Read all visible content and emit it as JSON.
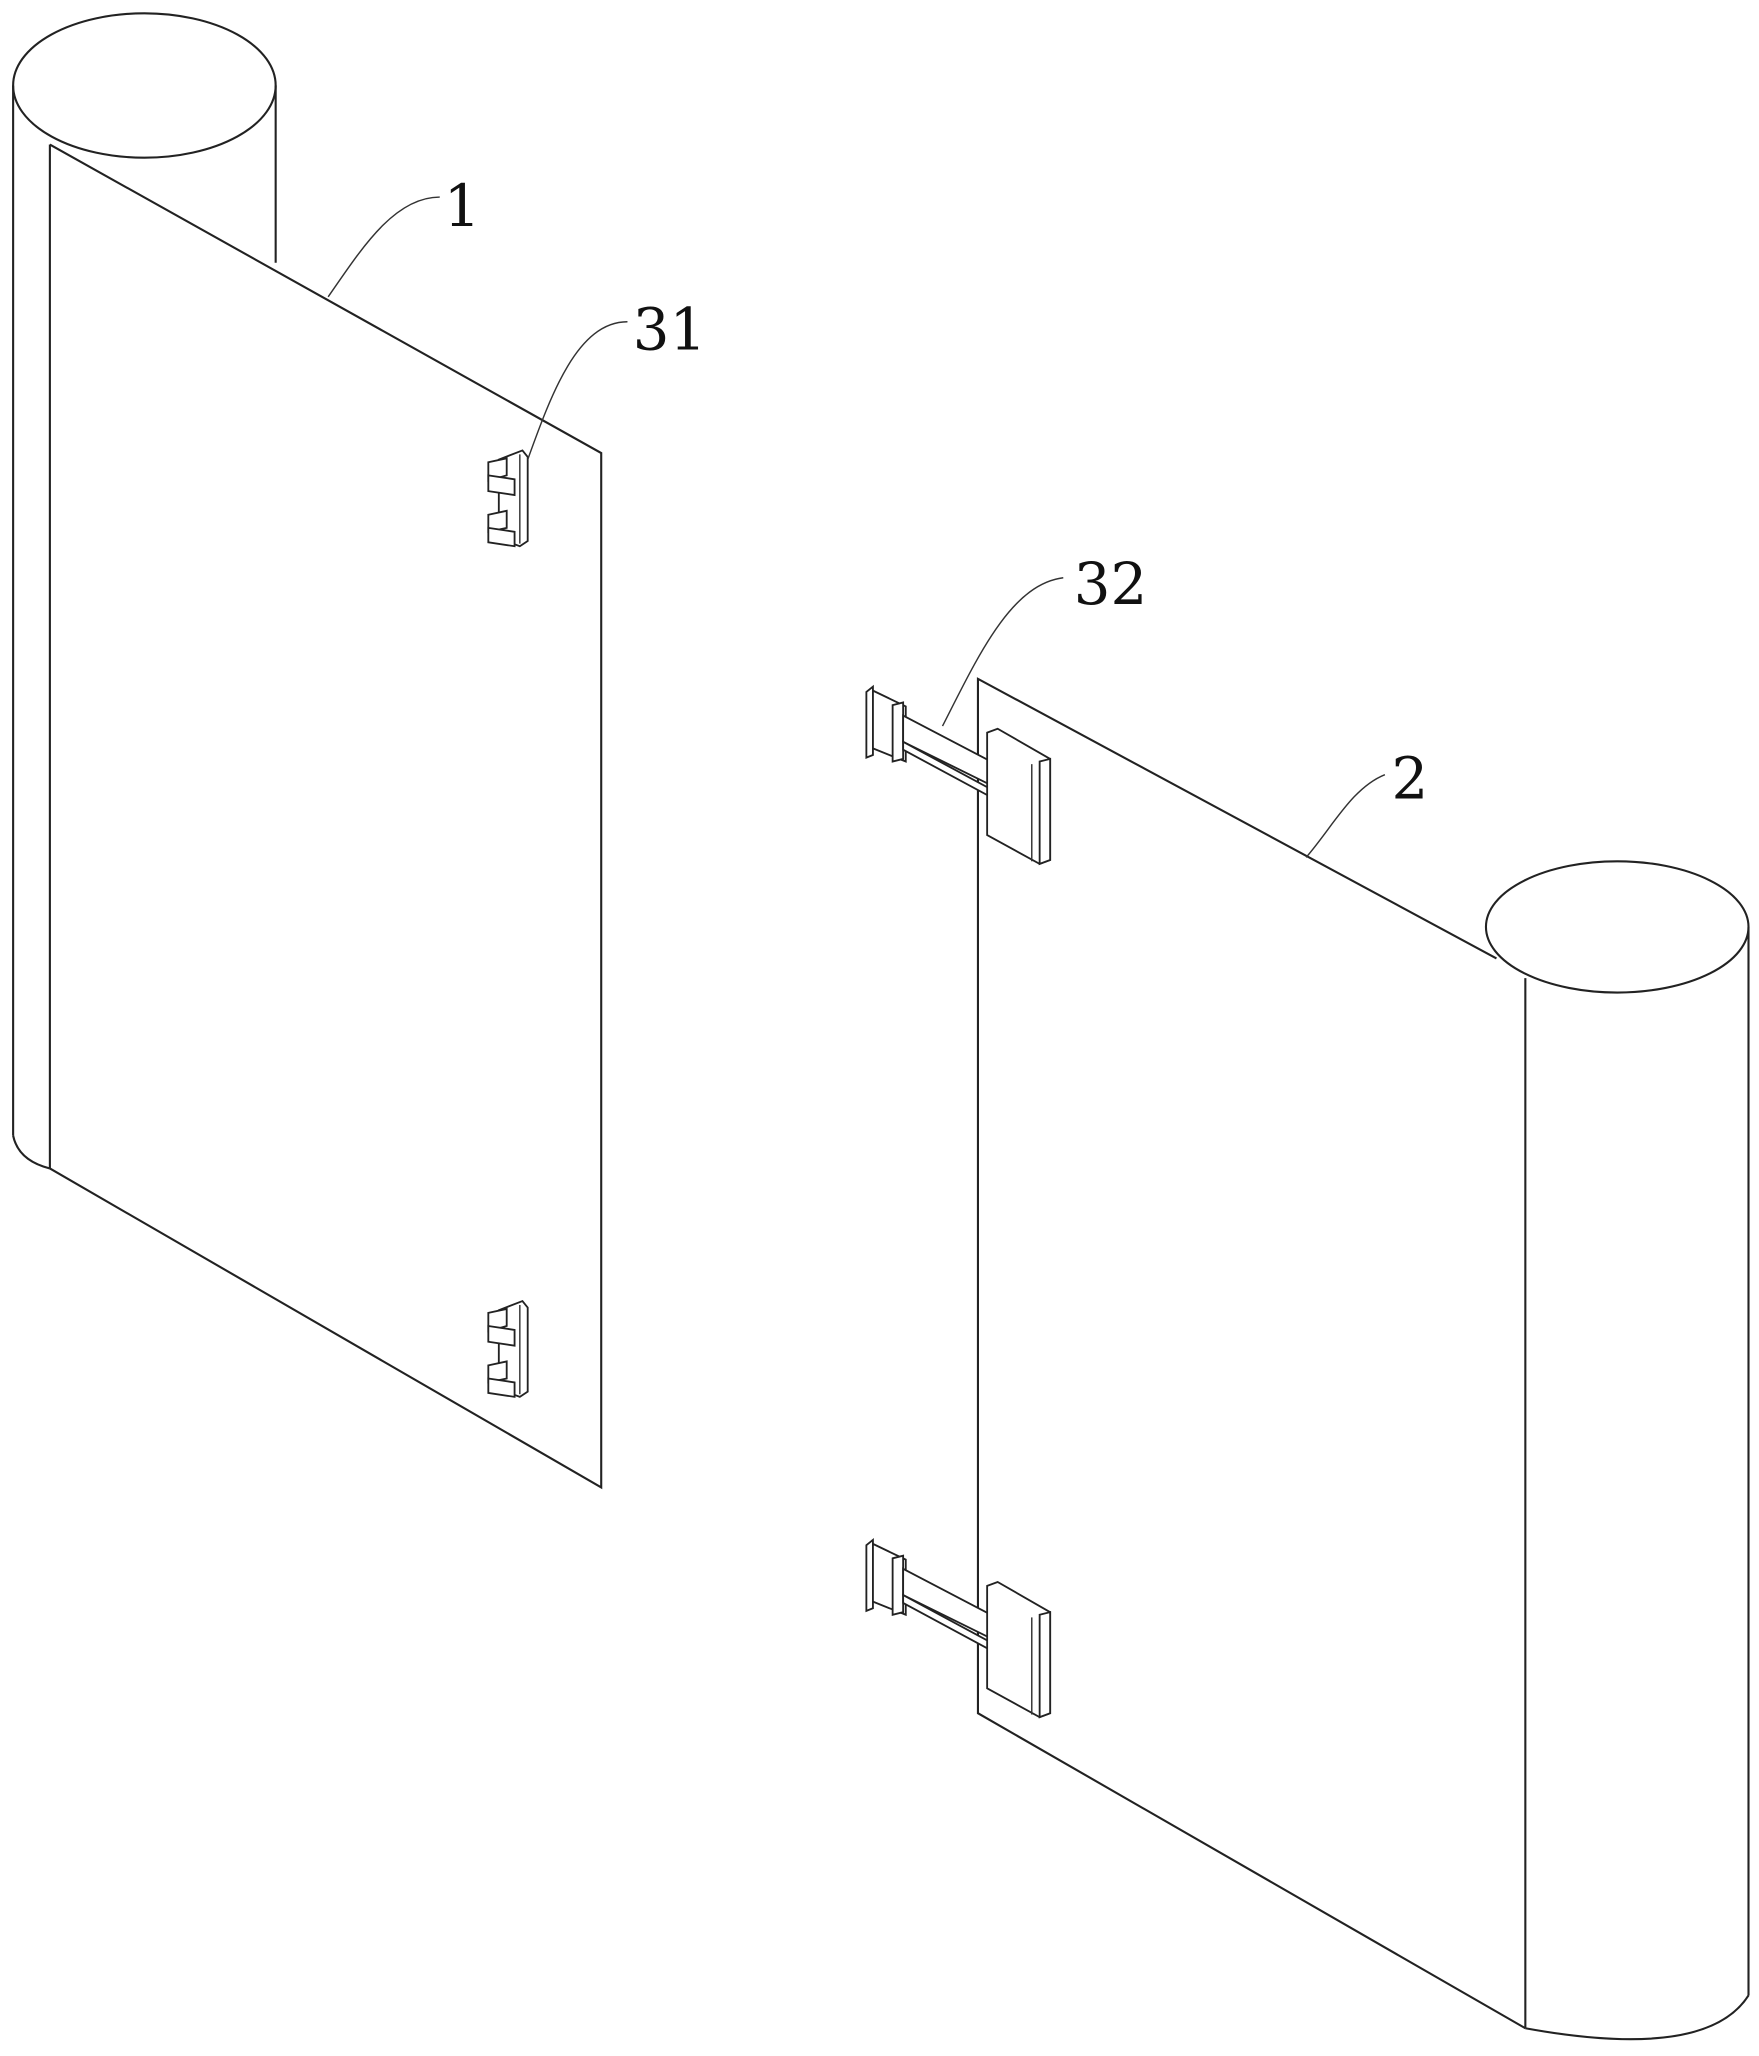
{
  "figure": {
    "labels": {
      "panel_1": "1",
      "panel_2": "2",
      "connector_31": "31",
      "connector_32": "32"
    },
    "line_color": "#222222",
    "background": "#ffffff"
  }
}
